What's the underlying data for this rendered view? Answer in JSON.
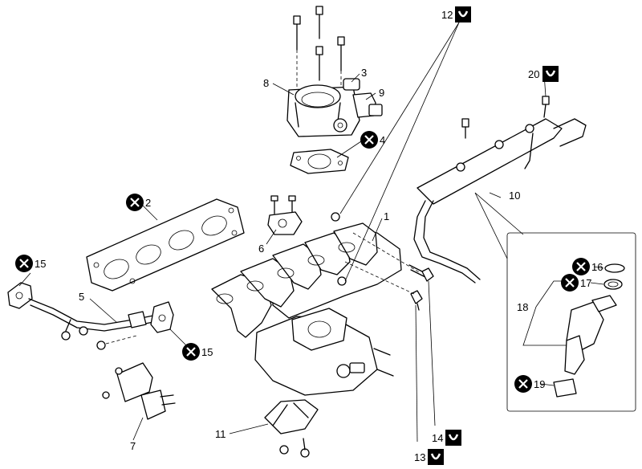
{
  "callouts": [
    {
      "id": "c1",
      "number": "1"
    },
    {
      "id": "c2",
      "number": "2"
    },
    {
      "id": "c3",
      "number": "3"
    },
    {
      "id": "c4",
      "number": "4"
    },
    {
      "id": "c5",
      "number": "5"
    },
    {
      "id": "c6",
      "number": "6"
    },
    {
      "id": "c7",
      "number": "7"
    },
    {
      "id": "c8",
      "number": "8"
    },
    {
      "id": "c9",
      "number": "9"
    },
    {
      "id": "c10",
      "number": "10"
    },
    {
      "id": "c11",
      "number": "11"
    },
    {
      "id": "c12",
      "number": "12"
    },
    {
      "id": "c13",
      "number": "13"
    },
    {
      "id": "c14",
      "number": "14"
    },
    {
      "id": "c15a",
      "number": "15"
    },
    {
      "id": "c15b",
      "number": "15"
    },
    {
      "id": "c16",
      "number": "16"
    },
    {
      "id": "c17",
      "number": "17"
    },
    {
      "id": "c18",
      "number": "18"
    },
    {
      "id": "c19",
      "number": "19"
    },
    {
      "id": "c20",
      "number": "20"
    }
  ],
  "symbols": {
    "replace": "replace-part-x-icon",
    "torque": "torque-wrench-icon"
  },
  "colors": {
    "line": "#000000",
    "background": "#ffffff"
  }
}
